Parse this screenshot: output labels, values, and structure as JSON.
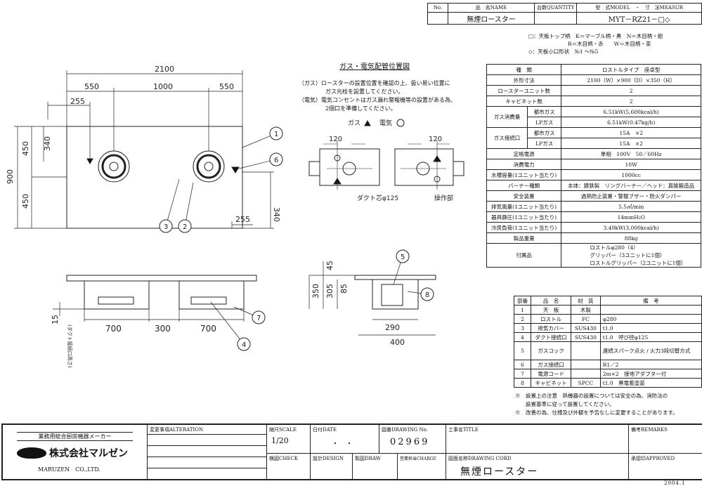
{
  "header": {
    "col_no": "No.",
    "col_name": "品　名NAME",
    "col_qty": "台数QUANTITY",
    "col_model": "型　式MODEL　・　寸　法MEASUR",
    "name": "無煙ロースター",
    "qty": "",
    "model": "MYT－RZ21－□◇"
  },
  "model_notes": [
    "□：天板トップ柄　K＝マーブル柄・黒　N＝木目柄・紺",
    "R＝木目柄・赤　　W＝木目柄・茶",
    "◇：天板小口形状　№1 ～№5"
  ],
  "spec": {
    "rows": [
      [
        "種　類",
        "ロストルタイプ　座卓型"
      ],
      [
        "外形寸法",
        "2100（W）×900（D）×350（H）"
      ],
      [
        "ロースターユニット数",
        "2"
      ],
      [
        "キャビネット数",
        "2"
      ],
      [
        "定格電源",
        "単相　100V　50／60Hz"
      ],
      [
        "消費電力",
        "10W"
      ],
      [
        "水槽容量(1ユニット当たり)",
        "1000cc"
      ],
      [
        "バーナー種類",
        "本体：鋳鉄製　リングバーナー／ヘッド：真鍮鍛造品"
      ],
      [
        "安全装置",
        "過熱防止装置・警報ブザー・防火ダンパー"
      ],
      [
        "排気風量(1ユニット当たり)",
        "5.5㎥/min"
      ],
      [
        "器具静圧(1ユニット当たり)",
        "14mmH₂O"
      ],
      [
        "冷房負荷(1ユニット当たり)",
        "3.49kW(3,000kcal/h)"
      ],
      [
        "製品重量",
        "88kg"
      ]
    ],
    "gas_consumption": {
      "label": "ガス消費量",
      "city_label": "都市ガス",
      "city": "6.51kW(5,600kcal/h)",
      "lp_label": "LPガス",
      "lp": "6.51kW(0.47kg/h)"
    },
    "gas_inlet": {
      "label": "ガス接続口",
      "city_label": "都市ガス",
      "city": "15A　×2",
      "lp_label": "LPガス",
      "lp": "15A　×2"
    },
    "accessories": {
      "label": "付属品",
      "items": [
        "ロストルφ280（4）",
        "グリッパー（3ユニットに1個）",
        "ロストルグリッパー（2ユニットに1個）"
      ]
    }
  },
  "parts": {
    "headers": [
      "部番",
      "品　名",
      "材　質",
      "備　考"
    ],
    "rows": [
      [
        "1",
        "天　板",
        "木製",
        ""
      ],
      [
        "2",
        "ロストル",
        "FC",
        "φ280"
      ],
      [
        "3",
        "排気カバー",
        "SUS430",
        "t1.0"
      ],
      [
        "4",
        "ダクト接続口",
        "SUS430",
        "t1.0　呼び径φ125"
      ],
      [
        "5",
        "ガスコック",
        "",
        "連続スパーク点火 / 火力3段切替方式"
      ],
      [
        "6",
        "ガス接続口",
        "",
        "R1／2"
      ],
      [
        "7",
        "電源コード",
        "",
        "2m×2　接地アダプター付"
      ],
      [
        "8",
        "キャビネット",
        "SPCC",
        "t1.0　黒電着塗装"
      ]
    ]
  },
  "install_notes": [
    "※　設置上の注意　熱機器の設置については安全の為、消防法の",
    "　　設置基準に従って設置してください。",
    "※　改善の為、仕様及び外観を予告なしに変更することがあります。"
  ],
  "gas_diagram": {
    "title": "ガス・電気配管位置図",
    "note_gas": "（ガス）ロースターの設置位置を確認の上、扱い易い位置に",
    "note_gas2": "ガス元栓を設置してください。",
    "note_elec": "（電気）電気コンセントはガス漏れ警報機等の設置がある為、",
    "note_elec2": "2個口を準備してください。",
    "legend_gas": "ガス",
    "legend_elec": "電気",
    "duct": "ダクト芯φ125",
    "operation": "操作部",
    "dim": "120"
  },
  "dims": {
    "total_w": "2100",
    "seg_550": "550",
    "seg_1000": "1000",
    "d255": "255",
    "d900": "900",
    "d450": "450",
    "d340": "340",
    "d700": "700",
    "d300": "300",
    "d15": "15",
    "duct_height": "(ダクト接続口高さ)",
    "d45": "45",
    "d305": "305",
    "d350": "350",
    "d85": "85",
    "d290": "290",
    "d400": "400"
  },
  "callouts": [
    "1",
    "2",
    "3",
    "4",
    "5",
    "6",
    "7",
    "8"
  ],
  "title_block": {
    "maker_tag": "業務用総合厨房機器メーカー",
    "company": "株式会社マルゼン",
    "company_en": "MARUZEN　CO.,LTD.",
    "alteration": "変更事項ALTERATION",
    "scale_label": "縮尺SCALE",
    "scale": "1/20",
    "date_label": "日付DATE",
    "date": "・　・",
    "drawing_no_label": "図番DRAWING No.",
    "drawing_no": "02969",
    "title_label": "工事名TITLE",
    "remarks_label": "備考REMARKS",
    "check_label": "検図CHECK",
    "design_label": "設計DESIGN",
    "draw_label": "製図DRAW",
    "charge_label": "営業担当CHARGE",
    "cord_label": "図面名称DRAWING CORD",
    "cord": "無煙ロースター",
    "approved_label": "承認印APPROVED",
    "revision_date": "2004.1"
  }
}
